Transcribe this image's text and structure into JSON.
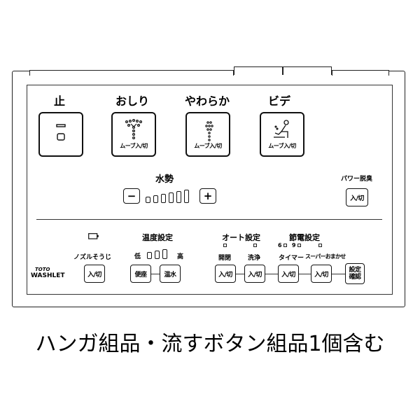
{
  "top_buttons": [
    {
      "label": "止",
      "caption": "",
      "icon": "stop-icon"
    },
    {
      "label": "おしり",
      "caption": "ムーブ入/切",
      "icon": "rear-spray-icon"
    },
    {
      "label": "やわらか",
      "caption": "ムーブ入/切",
      "icon": "soft-spray-icon"
    },
    {
      "label": "ビデ",
      "caption": "ムーブ入/切",
      "icon": "bidet-icon"
    }
  ],
  "water_pressure": {
    "label": "水勢",
    "minus": "−",
    "plus": "+",
    "level_count": 6
  },
  "power_deodorize": {
    "label": "パワー脱臭",
    "button": "入/切"
  },
  "bottom": {
    "battery_icon": "battery-icon",
    "nozzle_cleaning": {
      "label": "ノズルそうじ",
      "button": "入/切"
    },
    "temperature": {
      "label": "温度設定",
      "low": "低",
      "high": "高",
      "seat_button": "便座",
      "water_button": "温水"
    },
    "auto": {
      "label": "オート設定",
      "open_close": {
        "label": "開閉",
        "button": "入/切"
      },
      "flush": {
        "label": "洗浄",
        "button": "入/切"
      }
    },
    "energy": {
      "label": "節電設定",
      "hours_6": "6",
      "hours_9": "9",
      "timer": {
        "label": "タイマー",
        "button": "入/切"
      },
      "super": {
        "label": "スーパーおまかせ",
        "button": "入/切"
      }
    },
    "settings_button": "設定確認"
  },
  "brand": {
    "line1": "TOTO",
    "line2": "WASHLET"
  },
  "footer_text": "ハンガ組品・流すボタン組品1個含む"
}
